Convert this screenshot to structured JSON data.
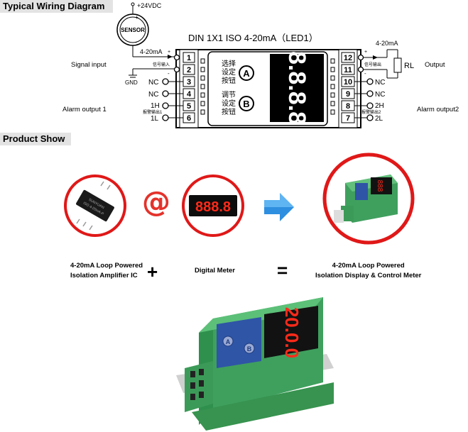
{
  "sections": {
    "wiring_title": "Typical Wiring Diagram",
    "product_title": "Product Show"
  },
  "diagram": {
    "title": "DIN  1X1  ISO 4-20mA（LED1）",
    "power": "+24VDC",
    "sensor": "SENSOR",
    "sensor_plus": "+",
    "sensor_minus": "-",
    "loop_in": "4-20mA",
    "loop_out": "4-20mA",
    "rl": "RL",
    "gnd": "GND",
    "in_plus": "+",
    "in_minus": "-",
    "out_plus": "+",
    "out_minus": "-",
    "signal_in_cn": "信号输入",
    "signal_out_cn": "信号输出",
    "alarm1_cn": "报警输出1",
    "alarm2_cn": "报警输出2",
    "btn_a": "A",
    "btn_b": "B",
    "btn_a_cn_1": "选择",
    "btn_a_cn_2": "设定",
    "btn_a_cn_3": "按钮",
    "btn_b_cn_1": "调节",
    "btn_b_cn_2": "设定",
    "btn_b_cn_3": "按钮",
    "display": "8.8.8.8",
    "left_terminals": [
      "1",
      "2",
      "3",
      "4",
      "5",
      "6"
    ],
    "right_terminals": [
      "12",
      "11",
      "10",
      "9",
      "8",
      "7"
    ],
    "left_labels": [
      "",
      "",
      "NC",
      "NC",
      "1H",
      "1L"
    ],
    "right_labels": [
      "",
      "",
      "NC",
      "NC",
      "2H",
      "2L"
    ],
    "side_left_signal": "Signal input",
    "side_left_alarm": "Alarm output 1",
    "side_right_output": "Output",
    "side_right_alarm": "Alarm output2"
  },
  "products": {
    "ic_text_1": "SUNYUAN",
    "ic_text_2": "ISO 4-20mA-P",
    "meter_digits": "888.8",
    "at_symbol": "@",
    "plus_symbol": "+",
    "equals_symbol": "=",
    "caption_ic_1": "4-20mA Loop Powered",
    "caption_ic_2": "Isolation Amplifier IC",
    "caption_meter": "Digital Meter",
    "caption_result_1": "4-20mA Loop Powered",
    "caption_result_2": "Isolation Display & Control Meter",
    "device_display": "20.0.0",
    "device_btn_a": "A",
    "device_btn_b": "B"
  },
  "colors": {
    "device_green": "#3fa05e",
    "panel_blue": "#2f55a6",
    "led_red": "#ff2a1a",
    "circle_red": "#e01818",
    "arrow_blue": "#2e8fe0"
  }
}
